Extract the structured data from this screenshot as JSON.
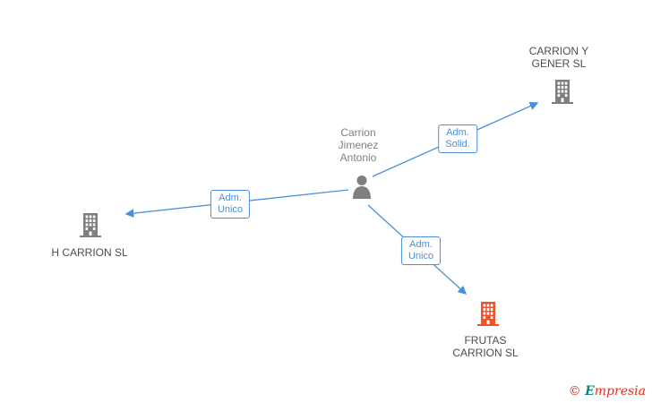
{
  "person": {
    "name_line1": "Carrion",
    "name_line2": "Jimenez",
    "name_line3": "Antonio"
  },
  "companies": {
    "carrion_y_gener": {
      "line1": "CARRION Y",
      "line2": "GENER SL"
    },
    "h_carrion": {
      "line1": "H CARRION SL"
    },
    "frutas_carrion": {
      "line1": "FRUTAS",
      "line2": "CARRION SL"
    }
  },
  "edges": {
    "adm_solid": {
      "line1": "Adm.",
      "line2": "Solid."
    },
    "adm_unico_left": {
      "line1": "Adm.",
      "line2": "Unico"
    },
    "adm_unico_bottom": {
      "line1": "Adm.",
      "line2": "Unico"
    }
  },
  "watermark": {
    "copyright": "©",
    "brand_initial": "E",
    "brand_rest": "mpresia"
  },
  "colors": {
    "building_gray": "#7f7f7f",
    "building_orange": "#f05125",
    "person_gray": "#7f7f7f",
    "edge_blue": "#4a90d9"
  }
}
